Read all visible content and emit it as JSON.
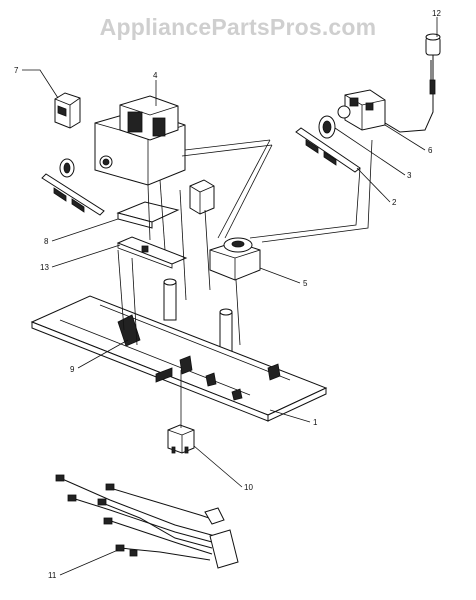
{
  "watermark": "AppliancePartsPros.com",
  "callouts": {
    "c1": "1",
    "c2": "2",
    "c3": "3",
    "c4": "4",
    "c5": "5",
    "c6": "6",
    "c7": "7",
    "c8": "8",
    "c9": "9",
    "c10": "10",
    "c11": "11",
    "c12": "12",
    "c13": "13"
  }
}
